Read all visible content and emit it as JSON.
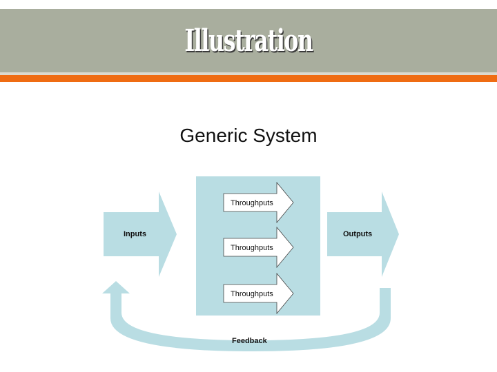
{
  "slide": {
    "title": "Illustration"
  },
  "diagram": {
    "title": "Generic System",
    "inputs_label": "Inputs",
    "outputs_label": "Outputs",
    "throughputs": [
      "Throughputs",
      "Throughputs",
      "Throughputs"
    ],
    "feedback_label": "Feedback"
  },
  "colors": {
    "title_bar": "#a9ae9e",
    "accent": "#ef6c13",
    "diagram_fill": "#b9dde3",
    "text": "#111111"
  }
}
